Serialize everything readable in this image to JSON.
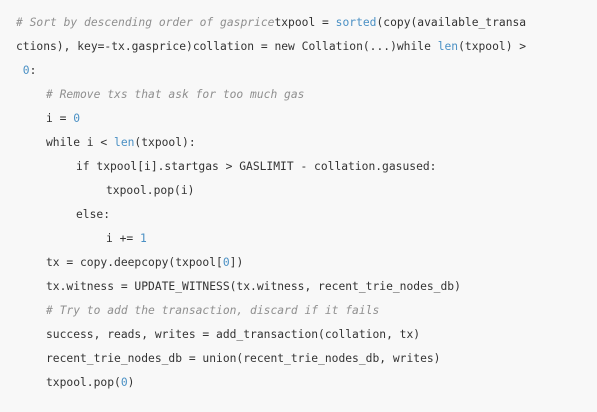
{
  "code": {
    "lines": [
      {
        "indent": 0,
        "tokens": [
          {
            "text": "# Sort by descending order of gasprice",
            "cls": "cmt"
          },
          {
            "text": "txpool = ",
            "cls": ""
          },
          {
            "text": "sorted",
            "cls": "fn"
          },
          {
            "text": "(copy(available_transa",
            "cls": ""
          }
        ]
      },
      {
        "indent": 0,
        "tokens": [
          {
            "text": "ctions), key=-tx.gasprice)collation = new Collation(...)while ",
            "cls": ""
          },
          {
            "text": "len",
            "cls": "fn"
          },
          {
            "text": "(txpool) >",
            "cls": ""
          }
        ]
      },
      {
        "indent": 0,
        "tokens": [
          {
            "text": " 0",
            "cls": "num"
          },
          {
            "text": ":",
            "cls": ""
          }
        ]
      },
      {
        "indent": 1,
        "tokens": [
          {
            "text": "# Remove txs that ask for too much gas",
            "cls": "cmt"
          }
        ]
      },
      {
        "indent": 1,
        "tokens": [
          {
            "text": "i = ",
            "cls": ""
          },
          {
            "text": "0",
            "cls": "num"
          }
        ]
      },
      {
        "indent": 1,
        "tokens": [
          {
            "text": "while i < ",
            "cls": ""
          },
          {
            "text": "len",
            "cls": "fn"
          },
          {
            "text": "(txpool):",
            "cls": ""
          }
        ]
      },
      {
        "indent": 2,
        "tokens": [
          {
            "text": "if txpool[i].startgas > GASLIMIT - collation.gasused:",
            "cls": ""
          }
        ]
      },
      {
        "indent": 3,
        "tokens": [
          {
            "text": "txpool.pop(i)",
            "cls": ""
          }
        ]
      },
      {
        "indent": 2,
        "tokens": [
          {
            "text": "else:",
            "cls": ""
          }
        ]
      },
      {
        "indent": 3,
        "tokens": [
          {
            "text": "i += ",
            "cls": ""
          },
          {
            "text": "1",
            "cls": "num"
          }
        ]
      },
      {
        "indent": 1,
        "tokens": [
          {
            "text": "tx = copy.deepcopy(txpool[",
            "cls": ""
          },
          {
            "text": "0",
            "cls": "num"
          },
          {
            "text": "])",
            "cls": ""
          }
        ]
      },
      {
        "indent": 1,
        "tokens": [
          {
            "text": "tx.witness = UPDATE_WITNESS(tx.witness, recent_trie_nodes_db)",
            "cls": ""
          }
        ]
      },
      {
        "indent": 1,
        "tokens": [
          {
            "text": "# Try to add the transaction, discard if it fails",
            "cls": "cmt"
          }
        ]
      },
      {
        "indent": 1,
        "tokens": [
          {
            "text": "success, reads, writes = add_transaction(collation, tx)",
            "cls": ""
          }
        ]
      },
      {
        "indent": 1,
        "tokens": [
          {
            "text": "recent_trie_nodes_db = union(recent_trie_nodes_db, writes)",
            "cls": ""
          }
        ]
      },
      {
        "indent": 1,
        "tokens": [
          {
            "text": "txpool.pop(",
            "cls": ""
          },
          {
            "text": "0",
            "cls": "num"
          },
          {
            "text": ")",
            "cls": ""
          }
        ]
      }
    ]
  }
}
